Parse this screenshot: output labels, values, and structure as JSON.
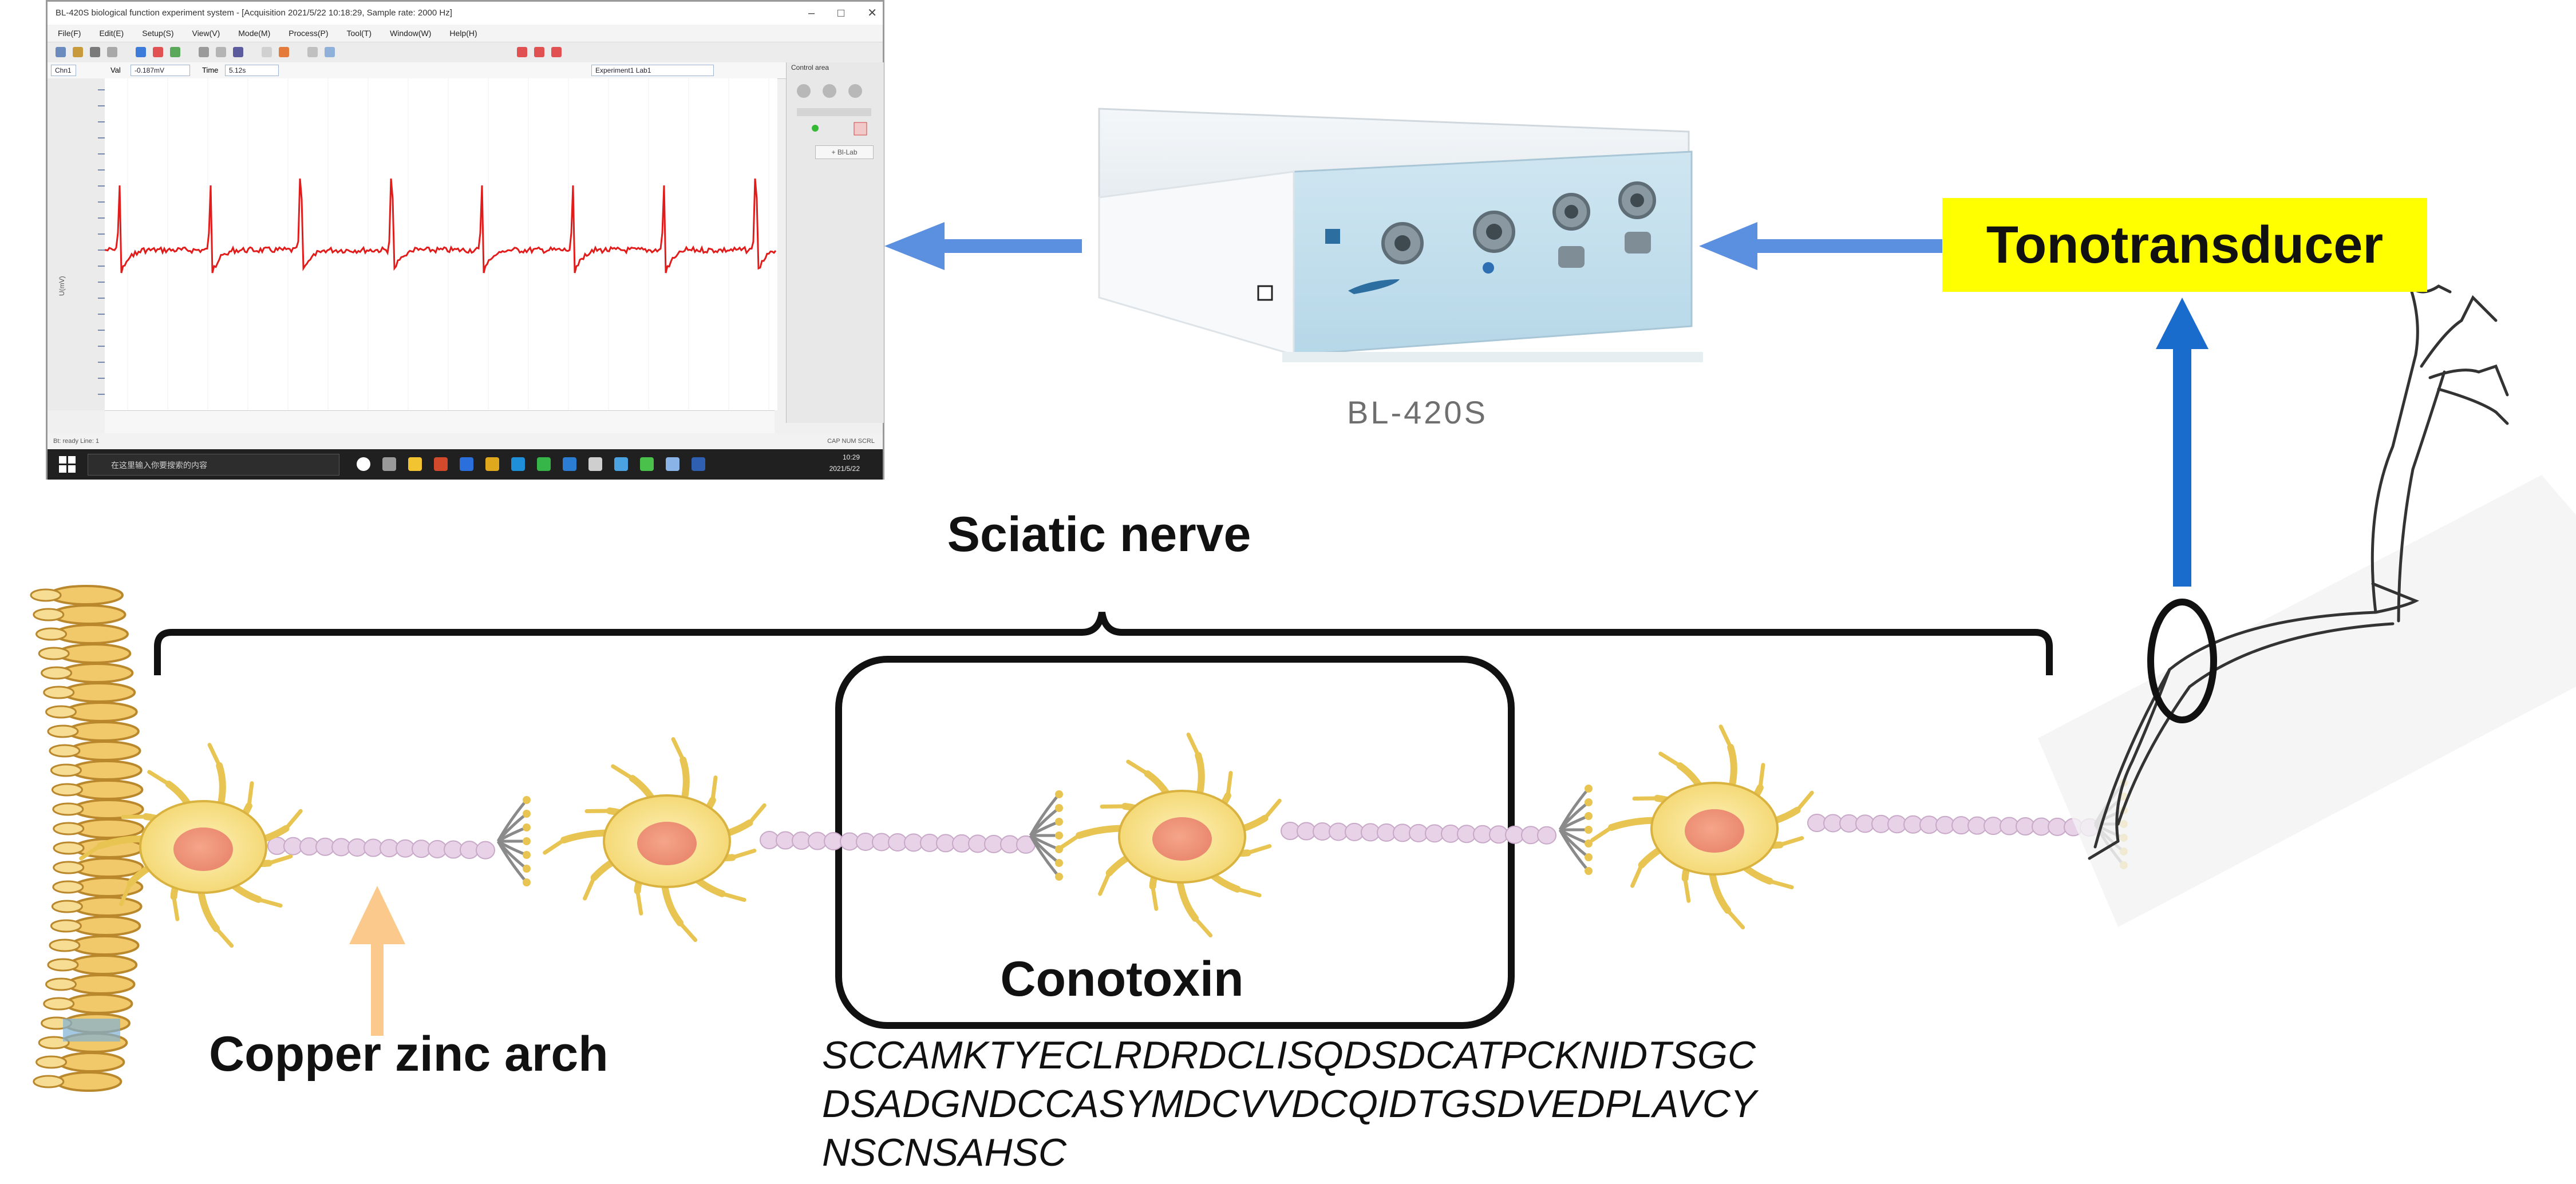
{
  "software": {
    "title": "BL-420S biological function experiment system - [Acquisition 2021/5/22 10:18:29, Sample rate: 2000 Hz]",
    "menu": [
      "File(F)",
      "Edit(E)",
      "Setup(S)",
      "View(V)",
      "Mode(M)",
      "Process(P)",
      "Tool(T)",
      "Window(W)",
      "Help(H)"
    ],
    "channel": "Chn1",
    "value_label": "Val",
    "value": "-0.187mV",
    "time_label": "Time",
    "time": "5.12s",
    "experiment": "Experiment1 Lab1",
    "y_axis_label": "U(mV)",
    "panel_title": "Control area",
    "panel_button": "+ Bl-Lab",
    "search_placeholder": "在这里输入你要搜索的内容",
    "clock_time": "10:29",
    "clock_date": "2021/5/22",
    "status_left": "Bt: ready   Line: 1",
    "status_right": "CAP  NUM  SCRL"
  },
  "device": {
    "label": "BL-420S"
  },
  "labels": {
    "tonotransducer": "Tonotransducer",
    "sciatic_nerve": "Sciatic nerve",
    "conotoxin": "Conotoxin",
    "copper_zinc_arch": "Copper zinc arch"
  },
  "sequence": [
    "SCCAMKTYECLRDRDCLISQDSDCATPCKNIDTSGC",
    "DSADGNDCCASYMDCVVDCQIDTGSDVEDPLAVCY",
    "NSCNSAHSC"
  ],
  "colors": {
    "signal": "#e21b1b",
    "arrow_blue": "#5b8fe0",
    "arrow_dark_blue": "#1a6ccc",
    "arrow_peach": "#fcc98c",
    "highlight": "#ffff00",
    "neuron_body": "#fbe79a",
    "axon": "#e8d2e8"
  }
}
